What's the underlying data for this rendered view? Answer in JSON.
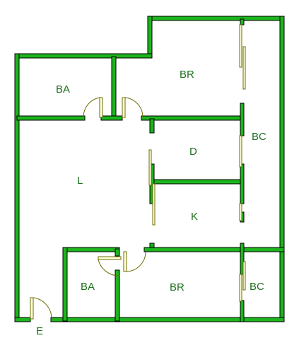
{
  "plan": {
    "rooms": [
      {
        "id": "bath-upper",
        "label": "BA"
      },
      {
        "id": "bedroom-upper",
        "label": "BR"
      },
      {
        "id": "balcony-upper",
        "label": "BC"
      },
      {
        "id": "dining",
        "label": "D"
      },
      {
        "id": "living",
        "label": "L"
      },
      {
        "id": "kitchen",
        "label": "K"
      },
      {
        "id": "bath-lower",
        "label": "BA"
      },
      {
        "id": "bedroom-lower",
        "label": "BR"
      },
      {
        "id": "balcony-lower",
        "label": "BC"
      }
    ],
    "entrance_label": "E",
    "colors": {
      "wall_fill": "#1db51d",
      "wall_outline": "#000000",
      "label_text": "#1e6e1e",
      "door_fill": "#ffffdf",
      "background": "#ffffff"
    }
  }
}
